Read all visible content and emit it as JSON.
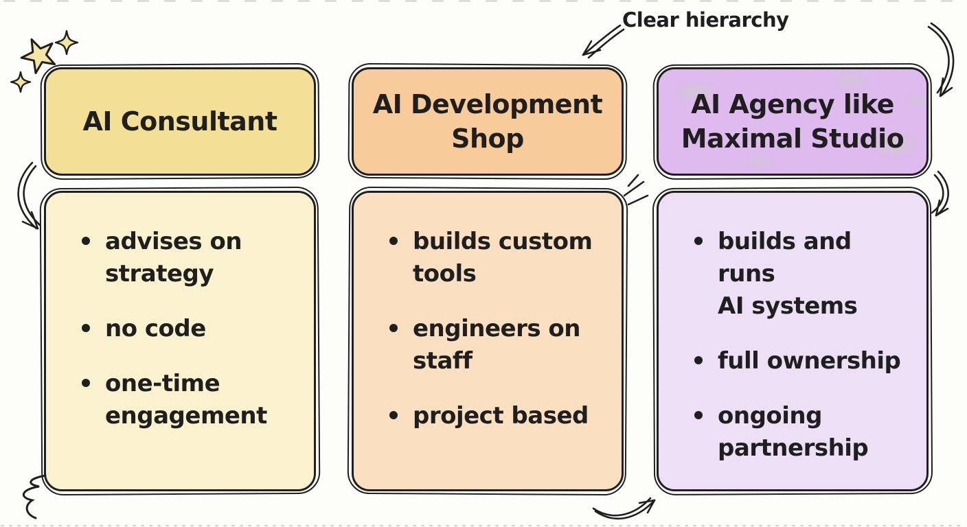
{
  "page": {
    "background": "#fdfdfa",
    "ink": "#1f1f1f",
    "star_fill": "#f4e5a3"
  },
  "annotations": {
    "clear_hierarchy": "Clear hierarchy"
  },
  "columns": [
    {
      "id": "ai-consultant",
      "header": {
        "label": "AI Consultant",
        "fill": "#f3e096"
      },
      "body": {
        "fill": "#faf1cf",
        "bullets": [
          "advises on\nstrategy",
          "no code",
          "one-time\nengagement"
        ]
      }
    },
    {
      "id": "ai-development-shop",
      "header": {
        "label": "AI Development\nShop",
        "fill": "#f8cb9b"
      },
      "body": {
        "fill": "#fbdfc1",
        "bullets": [
          "builds custom\ntools",
          "engineers on\nstaff",
          "project based"
        ]
      }
    },
    {
      "id": "ai-agency",
      "header": {
        "label": "AI Agency like\nMaximal Studio",
        "fill": "#debaee"
      },
      "body": {
        "fill": "#ecdff6",
        "bullets": [
          "builds and runs\nAI systems",
          "full ownership",
          "ongoing\npartnership"
        ]
      }
    }
  ]
}
